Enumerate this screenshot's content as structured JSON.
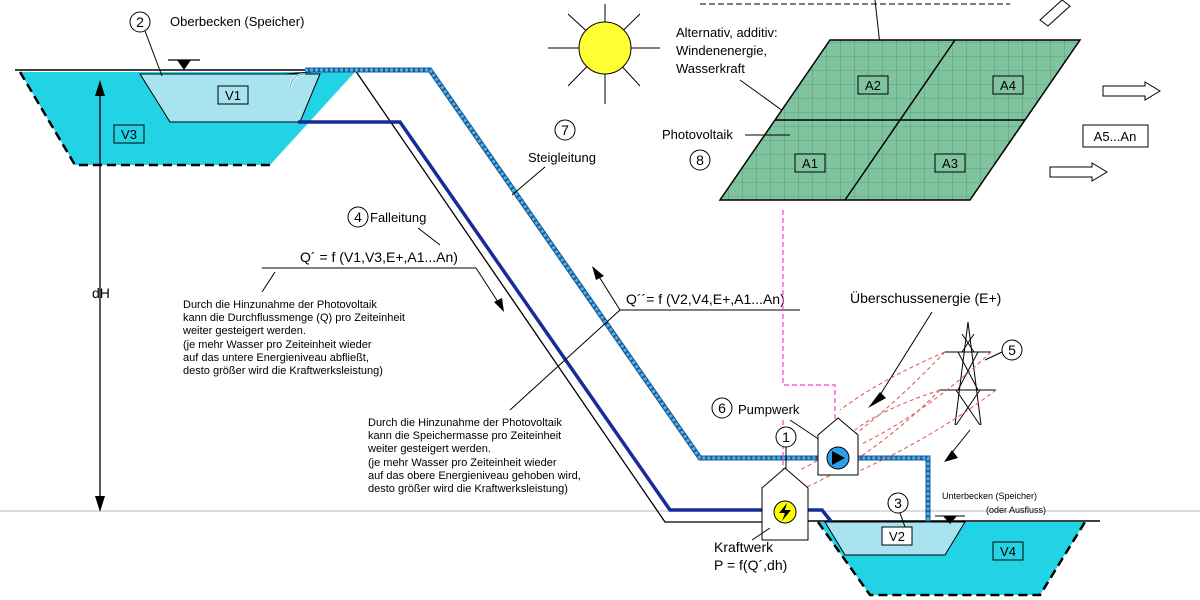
{
  "title": "",
  "colors": {
    "water": "#22d3e6",
    "water_light": "#a8e4ef",
    "pv_green": "#7fc49e",
    "pipe_blue": "#1a2a9a",
    "pipe_light": "#4aa8d8",
    "sun": "#ffff33",
    "pink": "#ff3fbf",
    "red_dash": "#e05050"
  },
  "labels": {
    "n2": "2",
    "oberbecken": "Oberbecken (Speicher)",
    "v1": "V1",
    "v3": "V3",
    "dh": "dH",
    "n7": "7",
    "steigleitung": "Steigleitung",
    "n4": "4",
    "falleitung": "Falleitung",
    "alt_line1": "Alternativ, additiv:",
    "alt_line2": "Windenenergie,",
    "alt_line3": "Wasserkraft",
    "photovoltaik": "Photovoltaik",
    "n8": "8",
    "a1": "A1",
    "a2": "A2",
    "a3": "A3",
    "a4": "A4",
    "a5an": "A5...An",
    "q1": "Q´ = f (V1,V3,E+,A1...An)",
    "q2": "Q´´= f (V2,V4,E+,A1...An)",
    "text1_l1": "Durch die Hinzunahme der Photovoltaik",
    "text1_l2": "kann die Durchflussmenge (Q) pro Zeiteinheit",
    "text1_l3": "weiter gesteigert werden.",
    "text1_l4": "(je mehr Wasser pro Zeiteinheit wieder",
    "text1_l5": "auf das untere Energieniveau abfließt,",
    "text1_l6": "desto größer wird die Kraftwerksleistung)",
    "text2_l1": "Durch die Hinzunahme der Photovoltaik",
    "text2_l2": "kann die Speichermasse pro Zeiteinheit",
    "text2_l3": "weiter gesteigert werden.",
    "text2_l4": "(je mehr Wasser pro Zeiteinheit wieder",
    "text2_l5": "auf das obere Energieniveau gehoben wird,",
    "text2_l6": "desto größer wird die Kraftwerksleistung)",
    "ueberschuss": "Überschussenergie (E+)",
    "n5": "5",
    "n6": "6",
    "pumpwerk": "Pumpwerk",
    "n1": "1",
    "n3": "3",
    "unterbecken": "Unterbecken (Speicher)",
    "ausfluss": "(oder Ausfluss)",
    "v2": "V2",
    "v4": "V4",
    "kraftwerk": "Kraftwerk",
    "formula_p": "P = f(Q´,dh)"
  }
}
